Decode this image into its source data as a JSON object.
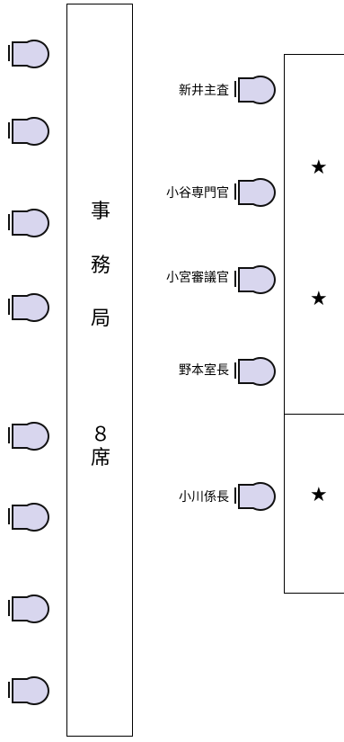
{
  "office": {
    "vertical_label_chars": [
      "事",
      "務",
      "局",
      "８",
      "席"
    ]
  },
  "staff": [
    {
      "name": "新井主査"
    },
    {
      "name": "小谷専門官"
    },
    {
      "name": "小宮審議官"
    },
    {
      "name": "野本室長"
    },
    {
      "name": "小川係長"
    }
  ],
  "tables": [
    {
      "marker": "★"
    },
    {
      "marker": "★"
    },
    {
      "marker": "★"
    }
  ],
  "colors": {
    "seat_fill": "#d8d6ee",
    "seat_stroke": "#111111",
    "line": "#000000"
  },
  "icons": {
    "seat": "chair-icon"
  }
}
